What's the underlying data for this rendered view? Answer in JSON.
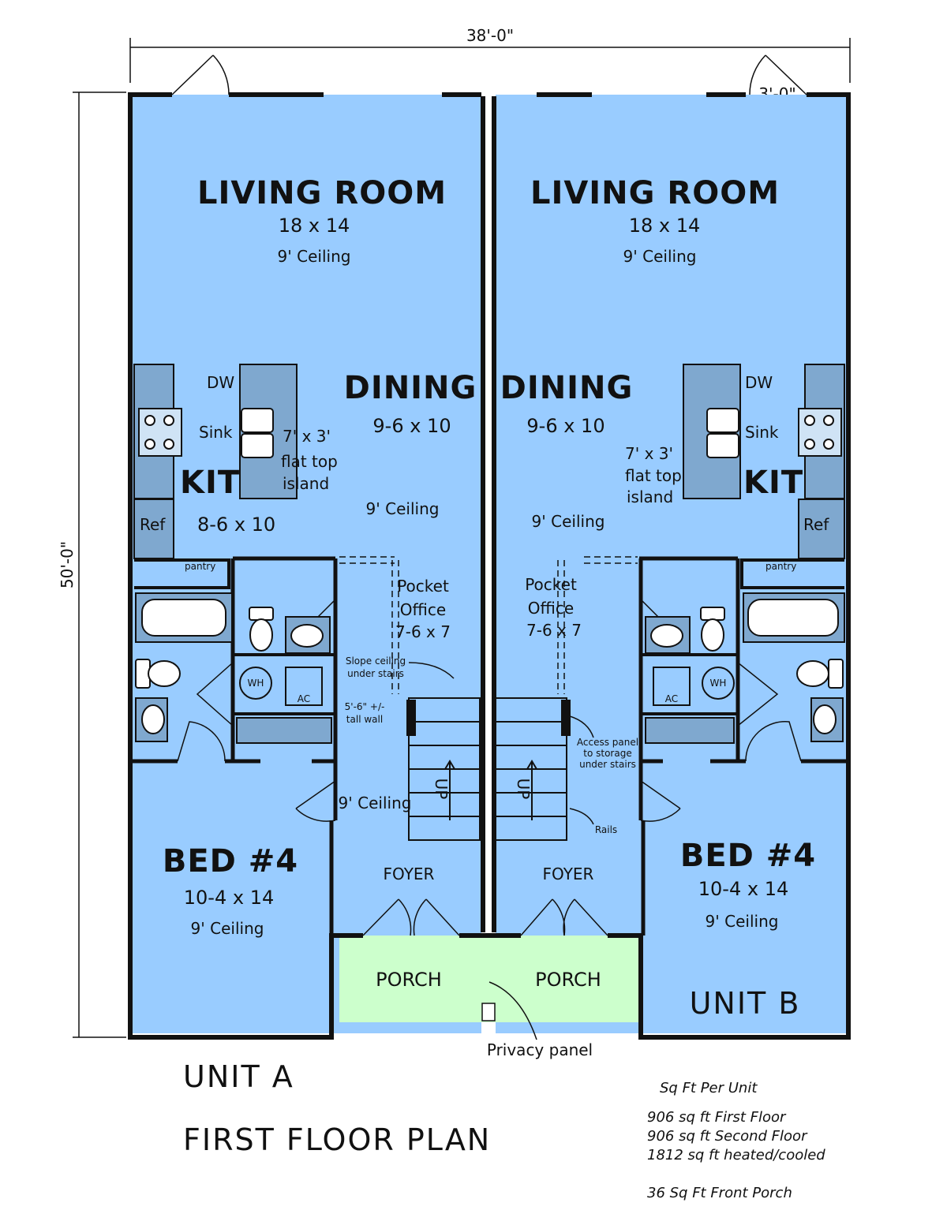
{
  "dimensions": {
    "width": "38'-0\"",
    "depth": "50'-0\"",
    "door_width": "3'-0\""
  },
  "unit_a": {
    "living": {
      "name": "LIVING ROOM",
      "size": "18 x 14",
      "ceiling": "9' Ceiling"
    },
    "dining": {
      "name": "DINING",
      "size": "9-6 x 10",
      "ceiling": "9' Ceiling"
    },
    "kitchen": {
      "name": "KIT",
      "size": "8-6 x 10",
      "dw": "DW",
      "sink": "Sink",
      "ref": "Ref",
      "pantry": "pantry",
      "island_1": "7' x 3'",
      "island_2": "flat top",
      "island_3": "island"
    },
    "office": {
      "name_1": "Pocket",
      "name_2": "Office",
      "size": "7-6 x 7"
    },
    "mech": {
      "wh": "WH",
      "ac": "AC"
    },
    "notes": {
      "slope_1": "Slope ceiling",
      "slope_2": "under stairs",
      "wall_1": "5'-6\" +/-",
      "wall_2": "tall wall",
      "stair_ceiling": "9' Ceiling"
    },
    "stair_label": "UP",
    "foyer": "FOYER",
    "porch": "PORCH",
    "bed": {
      "name": "BED #4",
      "size": "10-4 x 14",
      "ceiling": "9' Ceiling"
    },
    "unit_label": "UNIT A"
  },
  "unit_b": {
    "living": {
      "name": "LIVING ROOM",
      "size": "18 x 14",
      "ceiling": "9' Ceiling"
    },
    "dining": {
      "name": "DINING",
      "size": "9-6 x 10",
      "ceiling": "9' Ceiling"
    },
    "kitchen": {
      "name": "KIT",
      "dw": "DW",
      "sink": "Sink",
      "ref": "Ref",
      "pantry": "pantry",
      "island_1": "7' x 3'",
      "island_2": "flat top",
      "island_3": "island"
    },
    "office": {
      "name_1": "Pocket",
      "name_2": "Office",
      "size": "7-6 x 7"
    },
    "mech": {
      "wh": "WH",
      "ac": "AC"
    },
    "notes": {
      "access_1": "Access panel",
      "access_2": "to storage",
      "access_3": "under stairs",
      "rails": "Rails"
    },
    "stair_label": "UP",
    "foyer": "FOYER",
    "porch": "PORCH",
    "bed": {
      "name": "BED #4",
      "size": "10-4 x 14",
      "ceiling": "9' Ceiling"
    },
    "unit_label": "UNIT B"
  },
  "privacy_panel": "Privacy panel",
  "plan_title": "FIRST FLOOR PLAN",
  "stats": {
    "heading": "Sq Ft Per Unit",
    "first": "906 sq ft First Floor",
    "second": "906 sq ft Second Floor",
    "total": "1812 sq ft heated/cooled",
    "porch": "36 Sq Ft Front Porch"
  },
  "colors": {
    "room": "#99ccff",
    "porch": "#ccffcc",
    "wall": "#111111",
    "fixture": "#7fa8cf"
  }
}
